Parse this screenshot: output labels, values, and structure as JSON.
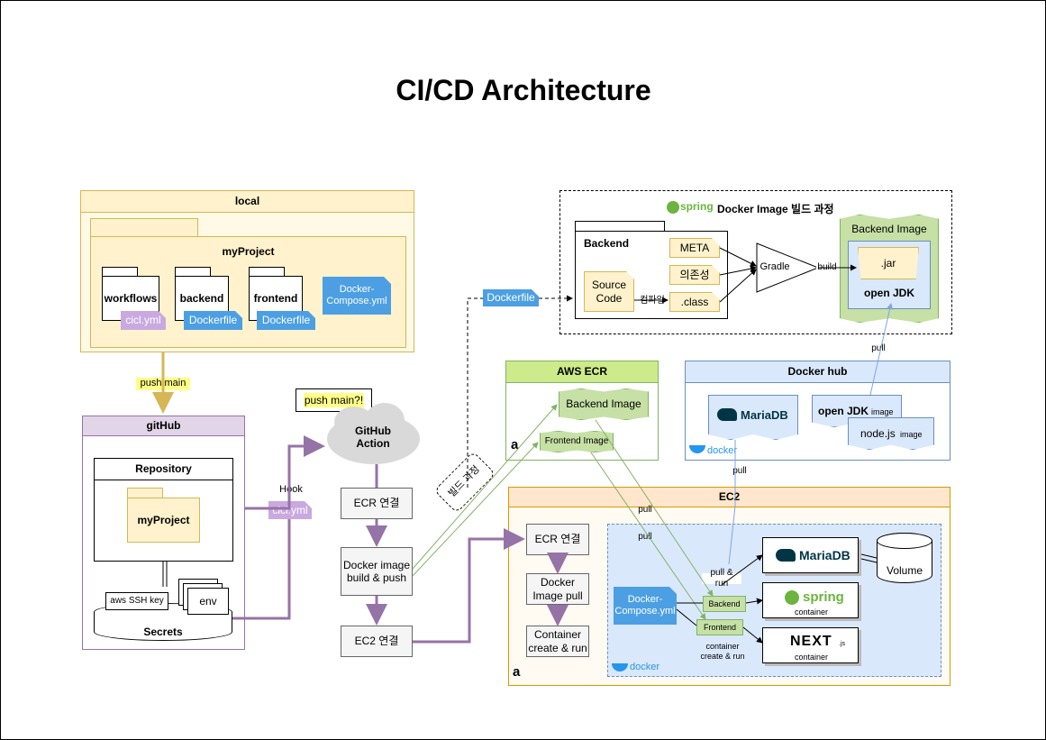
{
  "title": "CI/CD Architecture",
  "local": {
    "header": "local",
    "folder": "myProject",
    "sub": [
      "workflows",
      "backend",
      "frontend"
    ],
    "file_cicd": "cicl.yml",
    "file_dockerfile": "Dockerfile",
    "file_compose": "Docker-\nCompose.yml"
  },
  "push_main_label": "push main",
  "github": {
    "header": "gitHub",
    "repository": "Repository",
    "folder": "myProject",
    "ssh_key": "aws SSH key",
    "env": "env",
    "secrets": "Secrets"
  },
  "hook_label": "Hook",
  "hook_file": "cicl.yml",
  "callout": "push main?!",
  "gh_action": "GitHub\nAction",
  "steps": {
    "ecr_connect": "ECR 연결",
    "docker_build": "Docker image\nbuild & push",
    "ec2_connect": "EC2 연결"
  },
  "build_process_tag": "빌드 과정",
  "spring": {
    "logo": "spring",
    "title": "Docker Image 빌드 과정",
    "backend": "Backend",
    "meta": "META",
    "deps": "의존성",
    "class": ".class",
    "source": "Source\nCode",
    "compile": "컴파일",
    "gradle": "Gradle",
    "build": "build",
    "image_title": "Backend Image",
    "jar": ".jar",
    "jdk": "open JDK"
  },
  "dockerfile_tag": "Dockerfile",
  "aws_ecr": {
    "header": "AWS ECR",
    "backend_image": "Backend Image",
    "frontend_image": "Frontend Image"
  },
  "docker_hub": {
    "header": "Docker hub",
    "mariadb": "MariaDB",
    "jdk_image": "open JDK",
    "image_suffix": "image",
    "node_image": "node.js",
    "docker_logo": "docker"
  },
  "pull_labels": {
    "hub_to_jdk": "pull",
    "hub_to_ec2": "pull",
    "ecr_1": "pull",
    "ecr_2": "pull",
    "pull_run": "pull & run"
  },
  "ec2": {
    "header": "EC2",
    "ecr_connect": "ECR 연결",
    "image_pull": "Docker\nImage pull",
    "create_run": "Container\ncreate & run",
    "compose": "Docker-\nCompose.yml",
    "backend_tag": "Backend",
    "frontend_tag": "Frontend",
    "container_create": "container\ncreate & run",
    "mariadb": "MariaDB",
    "spring": "spring",
    "next": "NEXT",
    "next_suffix": ".js",
    "container": "container",
    "volume": "Volume",
    "docker_logo": "docker"
  },
  "colors": {
    "yellow_fill": "#fff2cc",
    "yellow_border": "#d6b656",
    "purple_fill": "#e1d5e7",
    "purple_border": "#9673a6",
    "green_fill": "#d5e8d4",
    "green_header": "#cdeb8b",
    "green_border": "#82b366",
    "blue_fill": "#dae8fc",
    "blue_border": "#6c8ebf",
    "orange_fill": "#fff0db",
    "orange_header": "#ffe6cc",
    "orange_border": "#d79b00",
    "arrow_gold": "#d6b656",
    "arrow_purple": "#9673a6",
    "arrow_green": "#82b366",
    "arrow_blue": "#7ea6e0"
  }
}
